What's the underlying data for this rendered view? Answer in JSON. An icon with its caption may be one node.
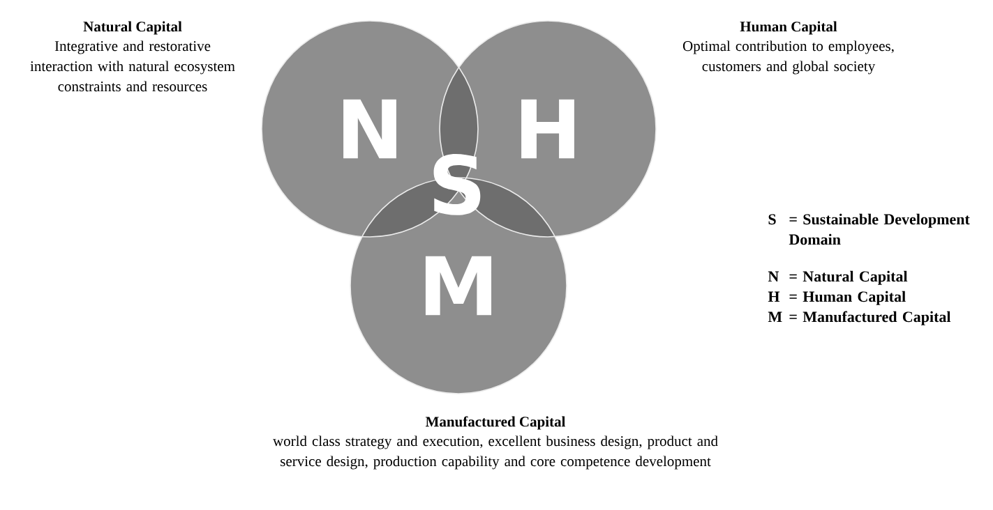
{
  "diagram": {
    "nodes": [
      {
        "text": [
          "N"
        ],
        "beside": [
          "Natural Capital",
          "Integrative and restorative interaction with natural ecosystem constraints and resources"
        ]
      },
      {
        "text": [
          "H"
        ],
        "beside": [
          "Human Capital",
          "Optimal contribution to employees, customers and global society"
        ]
      },
      {
        "text": [
          "M"
        ],
        "beside": [
          "Manufactured Capital",
          "world class strategy and execution, excellent business design, product and service design, production capability and core competence development"
        ]
      }
    ],
    "labels": [
      "S",
      "S",
      "= Sustainable Development Domain",
      "N",
      "= Natural Capital",
      "H",
      "= Human Capital",
      "M",
      "= Manufactured Capital"
    ]
  }
}
